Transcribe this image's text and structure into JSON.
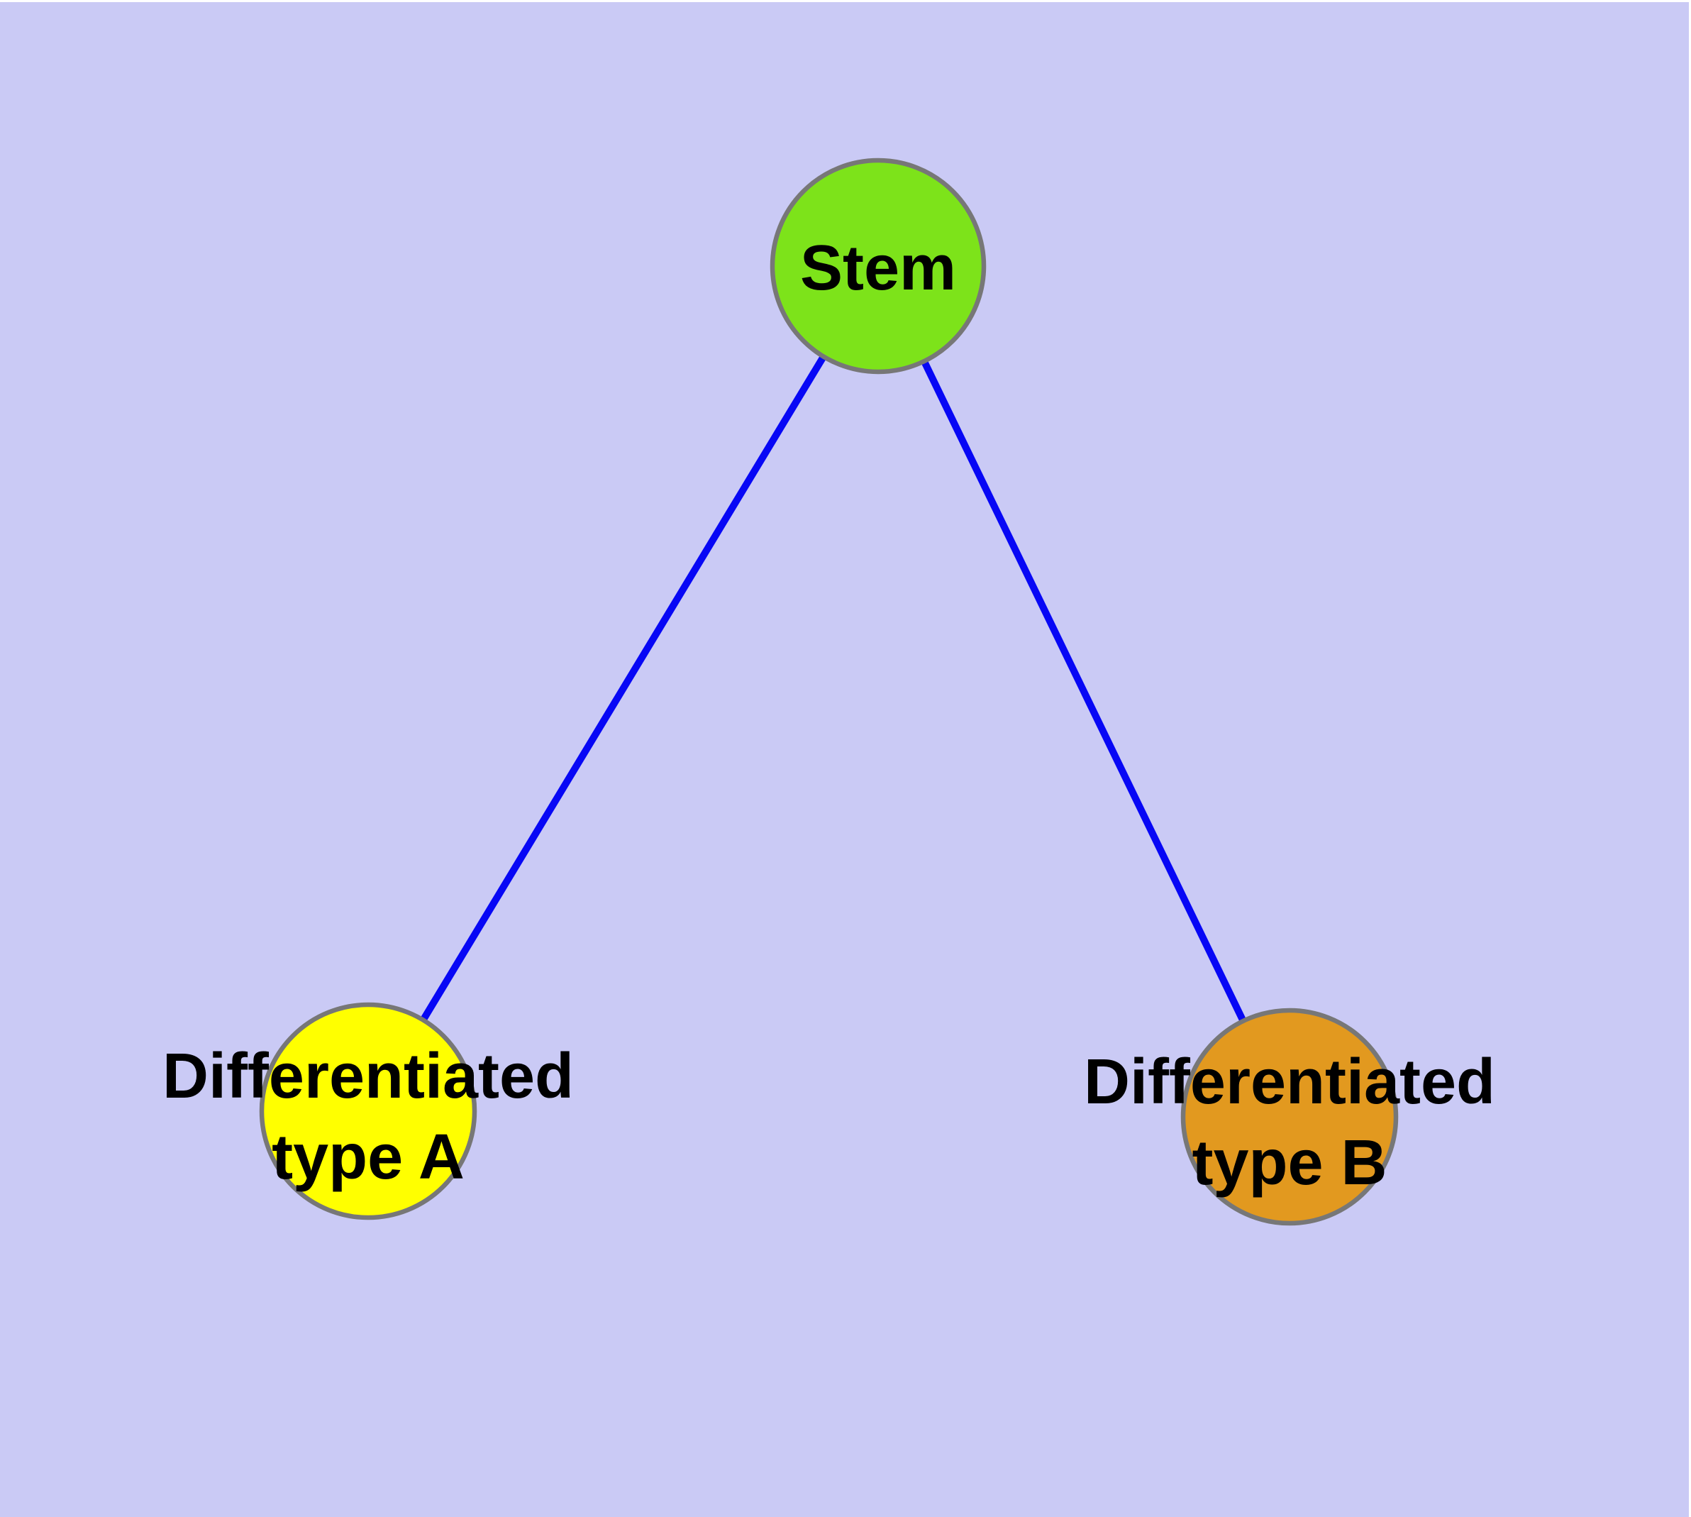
{
  "diagram": {
    "background_color": "#cacaf5",
    "edge_color": "#0707f5",
    "node_border_color": "#777777",
    "label_color": "#000000",
    "nodes": [
      {
        "id": "stem",
        "label": "Stem",
        "fill": "#7de31a"
      },
      {
        "id": "differentiated-type-a",
        "label": "Differentiated type A",
        "label_line1": "Differentiated",
        "label_line2": "type A",
        "fill": "#ffff00"
      },
      {
        "id": "differentiated-type-b",
        "label": "Differentiated type B",
        "label_line1": "Differentiated",
        "label_line2": "type B",
        "fill": "#e2991f"
      }
    ],
    "edges": [
      {
        "from": "stem",
        "to": "differentiated-type-a"
      },
      {
        "from": "stem",
        "to": "differentiated-type-b"
      }
    ]
  }
}
